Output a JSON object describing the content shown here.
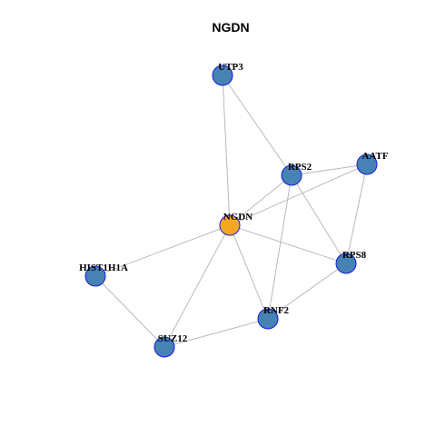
{
  "title": "NGDN",
  "colors": {
    "center_node": "#F5A623",
    "neighbor_node": "#4682B4",
    "node_border": "#1A1AD9",
    "edge": "#B3B3B3"
  },
  "nodes": [
    {
      "id": "UTP3",
      "label": "UTP3",
      "role": "neighbor"
    },
    {
      "id": "RPS2",
      "label": "RPS2",
      "role": "neighbor"
    },
    {
      "id": "AATF",
      "label": "AATF",
      "role": "neighbor"
    },
    {
      "id": "NGDN",
      "label": "NGDN",
      "role": "center"
    },
    {
      "id": "HIST1H1A",
      "label": "HIST1H1A",
      "role": "neighbor"
    },
    {
      "id": "RPS8",
      "label": "RPS8",
      "role": "neighbor"
    },
    {
      "id": "RNF2",
      "label": "RNF2",
      "role": "neighbor"
    },
    {
      "id": "SUZ12",
      "label": "SUZ12",
      "role": "neighbor"
    }
  ],
  "edges": [
    [
      "UTP3",
      "NGDN"
    ],
    [
      "UTP3",
      "RPS2"
    ],
    [
      "RPS2",
      "AATF"
    ],
    [
      "RPS2",
      "NGDN"
    ],
    [
      "RPS2",
      "RPS8"
    ],
    [
      "RPS2",
      "RNF2"
    ],
    [
      "AATF",
      "NGDN"
    ],
    [
      "AATF",
      "RPS8"
    ],
    [
      "NGDN",
      "HIST1H1A"
    ],
    [
      "NGDN",
      "RPS8"
    ],
    [
      "NGDN",
      "RNF2"
    ],
    [
      "NGDN",
      "SUZ12"
    ],
    [
      "HIST1H1A",
      "SUZ12"
    ],
    [
      "RPS8",
      "RNF2"
    ],
    [
      "RNF2",
      "SUZ12"
    ]
  ]
}
